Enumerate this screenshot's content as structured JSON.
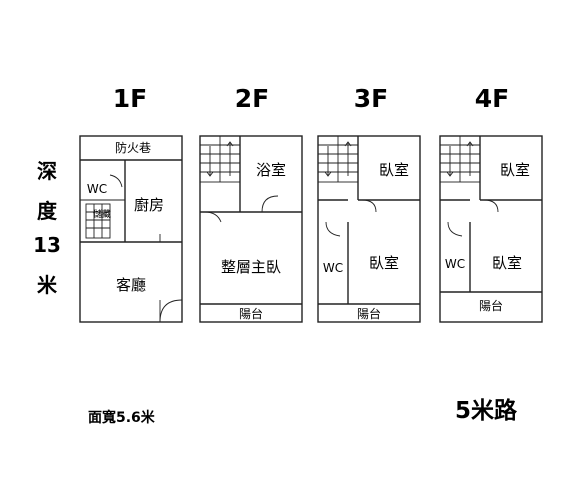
{
  "floors": [
    {
      "label": "1F",
      "rooms": [
        "防火巷",
        "WC",
        "儲藏",
        "廚房",
        "客廳"
      ]
    },
    {
      "label": "2F",
      "rooms": [
        "浴室",
        "整層主臥",
        "陽台"
      ]
    },
    {
      "label": "3F",
      "rooms": [
        "臥室",
        "WC",
        "臥室",
        "陽台"
      ]
    },
    {
      "label": "4F",
      "rooms": [
        "臥室",
        "WC",
        "臥室",
        "陽台"
      ]
    }
  ],
  "depth_label": [
    "深",
    "度",
    "13",
    "米"
  ],
  "width_label": "面寬5.6米",
  "road_label": "5米路",
  "colors": {
    "wall": "#222222",
    "background": "#ffffff"
  }
}
